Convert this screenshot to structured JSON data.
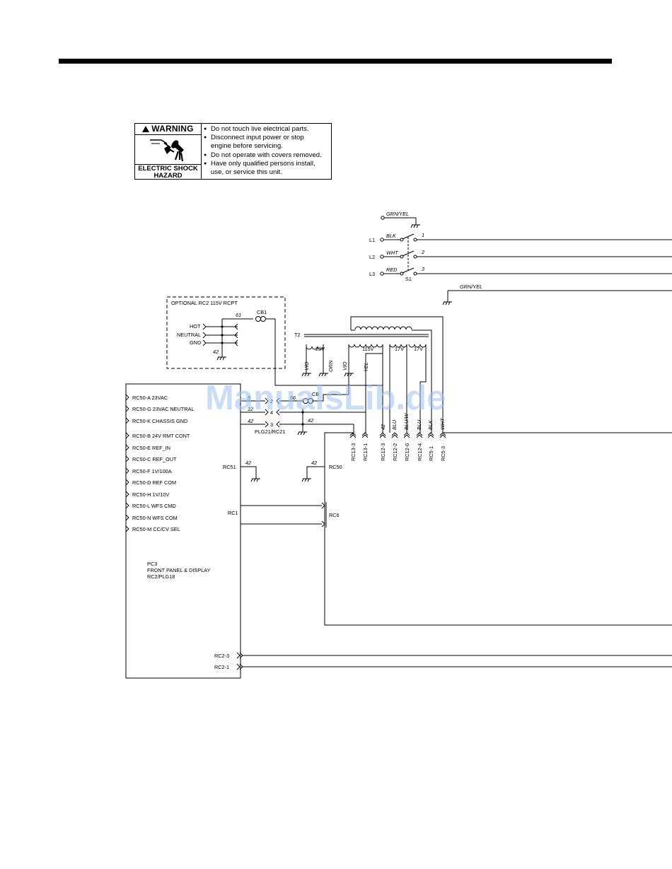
{
  "warning": {
    "title": "WARNING",
    "hazard": "ELECTRIC SHOCK HAZARD",
    "items": [
      "Do not touch live electrical parts.",
      "Disconnect input power or stop",
      "engine before servicing.",
      "Do not operate with covers removed.",
      "Have only qualified persons install,",
      "use, or service this unit."
    ]
  },
  "watermark": "ManualsLib.de",
  "schematic": {
    "ground_top": "GRN/YEL",
    "ground_mid": "GRN/YEL",
    "inputs": [
      {
        "line": "L1",
        "wire": "BLK",
        "num": "1"
      },
      {
        "line": "L2",
        "wire": "WHT",
        "num": "2"
      },
      {
        "line": "L3",
        "wire": "RED",
        "num": "3"
      }
    ],
    "switch": "S1",
    "transformer": "T2",
    "windings": [
      "23V",
      "115V",
      "17V",
      "17V"
    ],
    "winding_wires": [
      "VIO",
      "ORN",
      "VIO",
      "YEL"
    ],
    "optional_box": {
      "title": "OPTIONAL RC2 115V RCPT",
      "wire": "61",
      "breaker": "CB1",
      "pins": [
        "HOT",
        "NEUTRAL",
        "GND"
      ],
      "ground_wire": "42"
    },
    "pc3_left_pins": [
      "RC50-A 23VAC",
      "RC50-G 23VAC NEUTRAL",
      "RC50-K CHASSIS GND",
      "RC50-B 24V RMT CONT",
      "RC50-E REF_IN",
      "RC50-C REF_OUT",
      "RC50-F 1V/100A",
      "RC50-D REF COM",
      "RC50-H 1V/10V",
      "RC50-L WFS CMD",
      "RC50-N WFS COM",
      "RC50-M CC/CV SEL"
    ],
    "plug_pins": [
      {
        "wire": "5",
        "pin": "2"
      },
      {
        "wire": "12",
        "pin": "4"
      },
      {
        "wire": "42",
        "pin": "3"
      }
    ],
    "plug_label": "PLG21/RC21",
    "wire_56": "56",
    "cb_label": "CB",
    "wire_42_junction": "42",
    "bottom_connectors": [
      "RC13-3",
      "RC13-1",
      "RC12-3",
      "RC12-2",
      "RC12-6",
      "RC12-4",
      "RC5-1",
      "RC5-3"
    ],
    "bottom_wires": [
      "42",
      "BLU",
      "BLU/W",
      "BLU",
      "BLK",
      "WHT"
    ],
    "rc51": "RC51",
    "rc50": "RC50",
    "rc51_wire": "42",
    "rc50_wire": "42",
    "rc1": "RC1",
    "rc6": "RC6",
    "pc3_label": [
      "PC3",
      "FRONT PANEL & DISPLAY",
      "RC2/PLG18"
    ],
    "rc2_pins": [
      "RC2-3",
      "RC2-1"
    ]
  }
}
